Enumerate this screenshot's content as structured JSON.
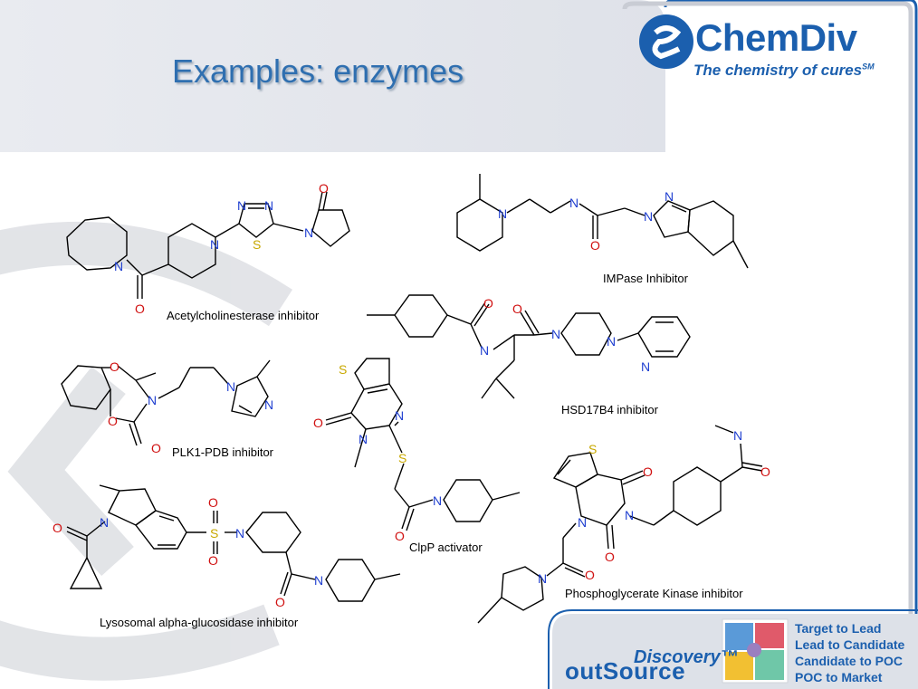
{
  "slide": {
    "title": "Examples: enzymes"
  },
  "logo": {
    "name": "ChemDiv",
    "tagline": "The chemistry of cures",
    "tagline_mark": "SM"
  },
  "compounds": [
    {
      "caption": "Acetylcholinesterase inhibitor"
    },
    {
      "caption": "IMPase Inhibitor"
    },
    {
      "caption": "HSD17B4 inhibitor"
    },
    {
      "caption": "PLK1-PDB inhibitor"
    },
    {
      "caption": "ClpP activator"
    },
    {
      "caption": "Phosphoglycerate Kinase inhibitor"
    },
    {
      "caption": "Lysosomal alpha-glucosidase inhibitor"
    }
  ],
  "footer": {
    "discovery": "Discovery™",
    "outsource": "outSource",
    "stages": [
      "Target to Lead",
      "Lead to Candidate",
      "Candidate to POC",
      "POC to Market"
    ]
  },
  "colors": {
    "accent": "#1b5fae",
    "title": "#2f6fb0",
    "nitrogen": "#1f3fd0",
    "oxygen": "#d01010",
    "sulfur": "#c8a800",
    "band": "#e4e6ec"
  }
}
